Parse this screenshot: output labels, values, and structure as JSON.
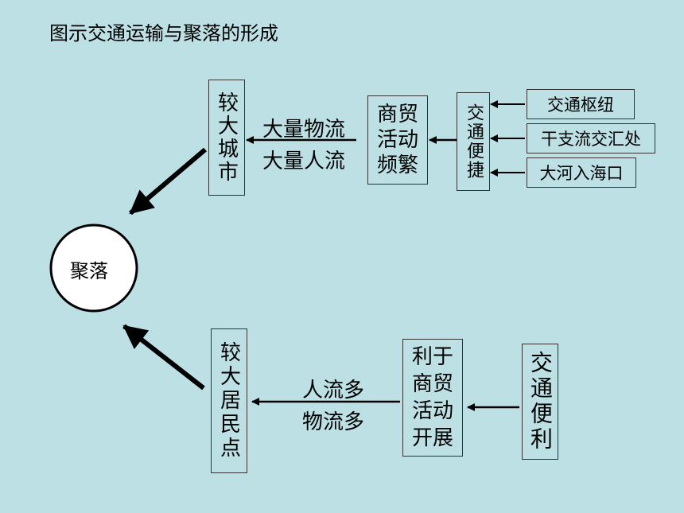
{
  "title": "图示交通运输与聚落的形成",
  "center": "聚落",
  "top": {
    "city": "较大城市",
    "flow1": "大量物流",
    "flow2": "大量人流",
    "trade": [
      "商贸",
      "活动",
      "频繁"
    ],
    "convenient": "交通便捷",
    "sources": [
      "交通枢纽",
      "干支流交汇处",
      "大河入海口"
    ]
  },
  "bottom": {
    "settlement": "较大居民点",
    "flow1": "人流多",
    "flow2": "物流多",
    "trade": [
      "利于",
      "商贸",
      "活动",
      "开展"
    ],
    "convenient": "交通便利"
  }
}
